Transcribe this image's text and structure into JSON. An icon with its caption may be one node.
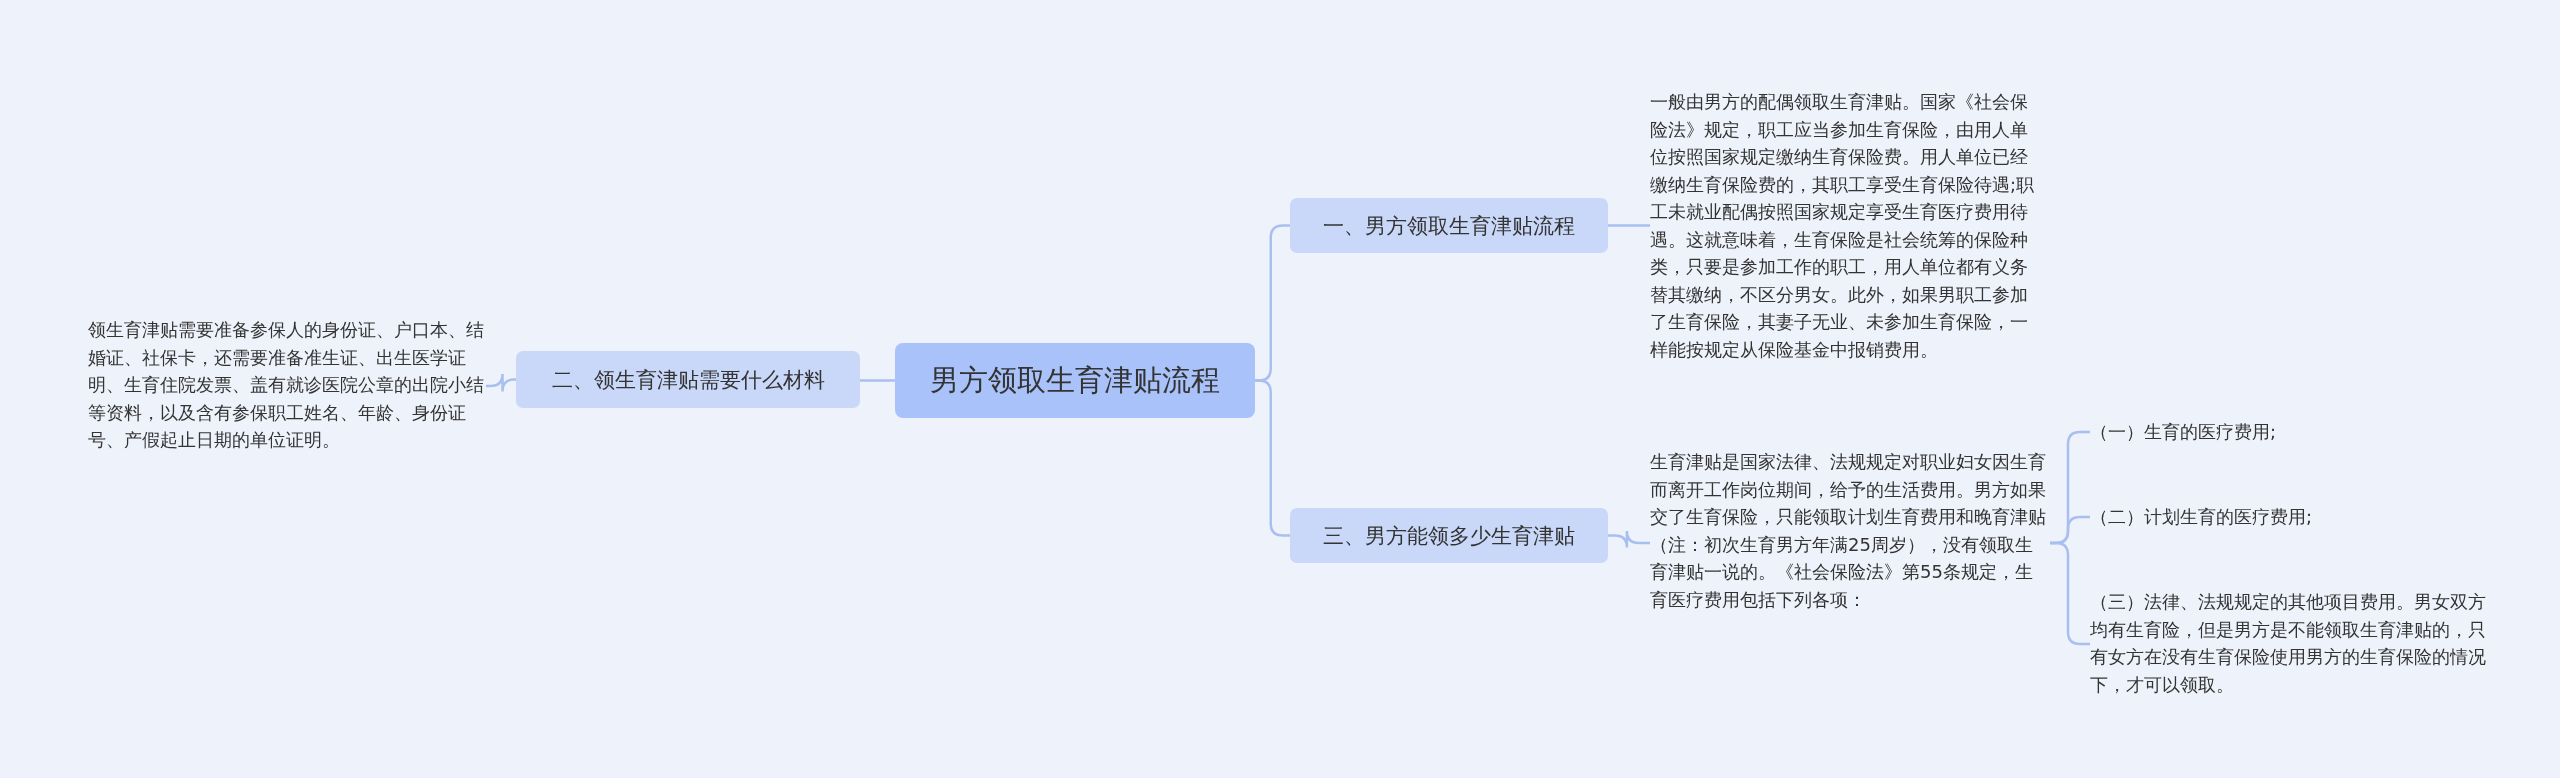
{
  "diagram": {
    "nodes": [
      {
        "text": [
          "男方领取生育津贴流程"
        ]
      },
      {
        "text": [
          "一、男方领取生育津贴流程"
        ]
      },
      {
        "text": [
          "一般由男方的配偶领取生育津贴。国家《社会保险法》规定，职工应当参加生育保险，由用人单位按照国家规定缴纳生育保险费。用人单位已经缴纳生育保险费的，其职工享受生育保险待遇;职工未就业配偶按照国家规定享受生育医疗费用待遇。这就意味着，生育保险是社会统筹的保险种类，只要是参加工作的职工，用人单位都有义务替其缴纳，不区分男女。此外，如果男职工参加了生育保险，其妻子无业、未参加生育保险，一样能按规定从保险基金中报销费用。"
        ]
      },
      {
        "text": [
          "二、领生育津贴需要什么材料"
        ]
      },
      {
        "text": [
          "领生育津贴需要准备参保人的身份证、户口本、结婚证、社保卡，还需要准备准生证、出生医学证明、生育住院发票、盖有就诊医院公章的出院小结等资料，以及含有参保职工姓名、年龄、身份证号、产假起止日期的单位证明。"
        ]
      },
      {
        "text": [
          "三、男方能领多少生育津贴"
        ]
      },
      {
        "text": [
          "生育津贴是国家法律、法规规定对职业妇女因生育而离开工作岗位期间，给予的生活费用。男方如果交了生育保险，只能领取计划生育费用和晚育津贴（注：初次生育男方年满25周岁），没有领取生育津贴一说的。《社会保险法》第55条规定，生育医疗费用包括下列各项："
        ]
      },
      {
        "text": [
          "（一）生育的医疗费用;"
        ]
      },
      {
        "text": [
          "（二）计划生育的医疗费用;"
        ]
      },
      {
        "text": [
          "（三）法律、法规规定的其他项目费用。男女双方均有生育险，但是男方是不能领取生育津贴的，只有女方在没有生育保险使用男方的生育保险的情况下，才可以领取。"
        ]
      }
    ],
    "edges": [
      {
        "from": 0,
        "to": 1,
        "arrow": "none"
      },
      {
        "from": 1,
        "to": 2,
        "arrow": "none"
      },
      {
        "from": 0,
        "to": 3,
        "arrow": "none"
      },
      {
        "from": 3,
        "to": 4,
        "arrow": "none"
      },
      {
        "from": 0,
        "to": 5,
        "arrow": "none"
      },
      {
        "from": 5,
        "to": 6,
        "arrow": "none"
      },
      {
        "from": 6,
        "to": 7,
        "arrow": "none"
      },
      {
        "from": 6,
        "to": 8,
        "arrow": "none"
      },
      {
        "from": 6,
        "to": 9,
        "arrow": "none"
      }
    ]
  }
}
